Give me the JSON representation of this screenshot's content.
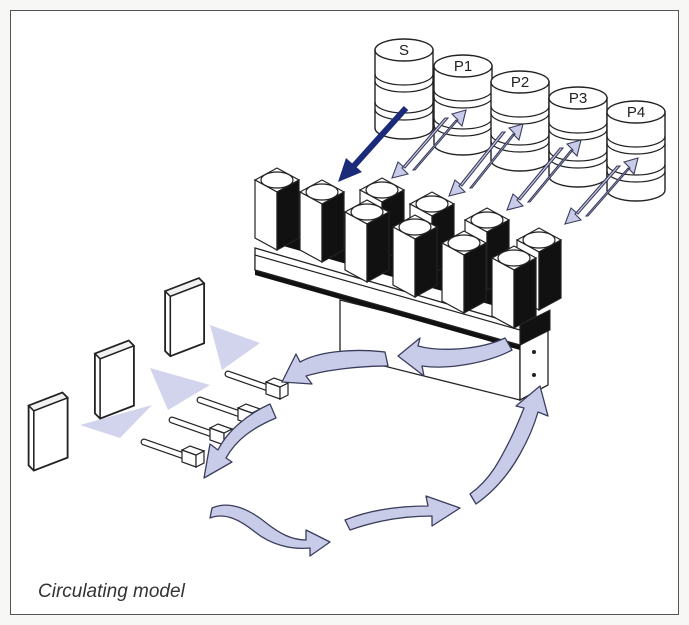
{
  "caption": "Circulating model",
  "drums": [
    {
      "label": "S"
    },
    {
      "label": "P1"
    },
    {
      "label": "P2"
    },
    {
      "label": "P3"
    },
    {
      "label": "P4"
    }
  ],
  "colors": {
    "flow_arrow": "#c9cce8",
    "flow_arrow_stroke": "#3a3d5c",
    "feed_arrow": "#1c2a7a",
    "light_beam": "#c9cde9"
  }
}
